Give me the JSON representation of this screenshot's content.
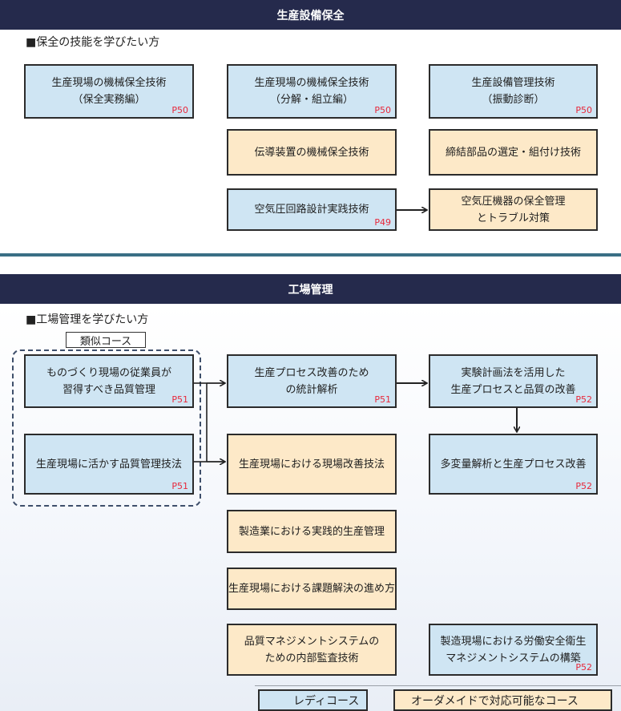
{
  "section1": {
    "title": "生産設備保全",
    "subheading": "■保全の技能を学びたい方",
    "boxes": [
      {
        "lines": [
          "生産現場の機械保全技術",
          "（保全実務編）"
        ],
        "page": "P50",
        "type": "ready"
      },
      {
        "lines": [
          "生産現場の機械保全技術",
          "（分解・組立編）"
        ],
        "page": "P50",
        "type": "ready"
      },
      {
        "lines": [
          "生産設備管理技術",
          "（振動診断）"
        ],
        "page": "P50",
        "type": "ready"
      },
      {
        "lines": [
          "伝導装置の機械保全技術"
        ],
        "page": "",
        "type": "order"
      },
      {
        "lines": [
          "締結部品の選定・組付け技術"
        ],
        "page": "",
        "type": "order"
      },
      {
        "lines": [
          "空気圧回路設計実践技術"
        ],
        "page": "P49",
        "type": "ready"
      },
      {
        "lines": [
          "空気圧機器の保全管理",
          "とトラブル対策"
        ],
        "page": "",
        "type": "order"
      }
    ]
  },
  "section2": {
    "title": "工場管理",
    "subheading": "■工場管理を学びたい方",
    "similar_label": "類似コース",
    "boxes": [
      {
        "lines": [
          "ものづくり現場の従業員が",
          "習得すべき品質管理"
        ],
        "page": "P51",
        "type": "ready"
      },
      {
        "lines": [
          "生産現場に活かす品質管理技法"
        ],
        "page": "P51",
        "type": "ready"
      },
      {
        "lines": [
          "生産プロセス改善のため",
          "の統計解析"
        ],
        "page": "P51",
        "type": "ready"
      },
      {
        "lines": [
          "実験計画法を活用した",
          "生産プロセスと品質の改善"
        ],
        "page": "P52",
        "type": "ready"
      },
      {
        "lines": [
          "生産現場における現場改善技法"
        ],
        "page": "",
        "type": "order"
      },
      {
        "lines": [
          "多変量解析と生産プロセス改善"
        ],
        "page": "P52",
        "type": "ready"
      },
      {
        "lines": [
          "製造業における実践的生産管理"
        ],
        "page": "",
        "type": "order"
      },
      {
        "lines": [
          "生産現場における課題解決の進め方"
        ],
        "page": "",
        "type": "order"
      },
      {
        "lines": [
          "品質マネジメントシステムの",
          "ための内部監査技術"
        ],
        "page": "",
        "type": "order"
      },
      {
        "lines": [
          "製造現場における労働安全衛生",
          "マネジメントシステムの構築"
        ],
        "page": "P52",
        "type": "ready"
      }
    ]
  },
  "legend": {
    "ready_label": "レディコース",
    "order_label": "オーダメイドで対応可能なコース"
  },
  "colors": {
    "header_bg": "#252a4c",
    "ready_fill": "#cfe5f3",
    "order_fill": "#fde9c8",
    "page_ref": "#e8283b",
    "divider": "#3a6f85"
  }
}
